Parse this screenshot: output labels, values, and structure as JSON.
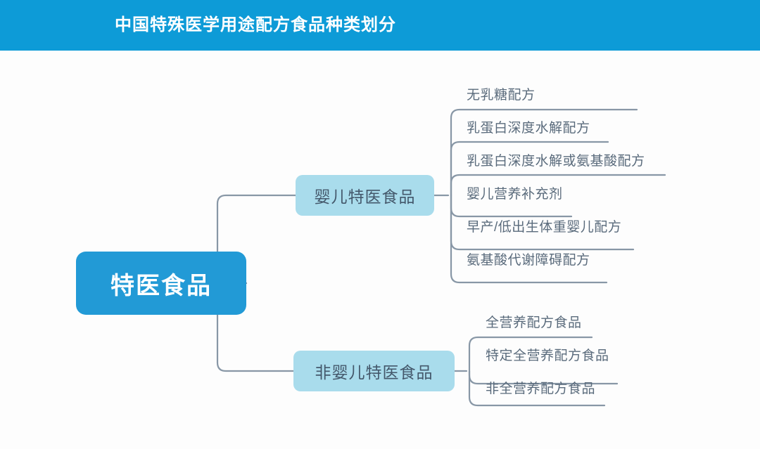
{
  "header": {
    "title": "中国特殊医学用途配方食品种类划分",
    "background_color": "#0d9bd7",
    "text_color": "#ffffff"
  },
  "colors": {
    "page_background": "#fdfdfd",
    "root_node": "#229ad6",
    "root_node_text": "#ffffff",
    "branch_node": "#a9dcec",
    "branch_node_text": "#44586b",
    "connector_line": "#8897a6",
    "leaf_text": "#5a6b7c"
  },
  "diagram": {
    "type": "mind-map",
    "root": {
      "label": "特医食品"
    },
    "branches": [
      {
        "label": "婴儿特医食品",
        "leaves": [
          {
            "label": "无乳糖配方"
          },
          {
            "label": "乳蛋白深度水解配方"
          },
          {
            "label": "乳蛋白深度水解或氨基酸配方"
          },
          {
            "label": "婴儿营养补充剂"
          },
          {
            "label": "早产/低出生体重婴儿配方"
          },
          {
            "label": "氨基酸代谢障碍配方"
          }
        ]
      },
      {
        "label": "非婴儿特医食品",
        "leaves": [
          {
            "label": "全营养配方食品"
          },
          {
            "label": "特定全营养配方食品"
          },
          {
            "label": "非全营养配方食品"
          }
        ]
      }
    ]
  }
}
